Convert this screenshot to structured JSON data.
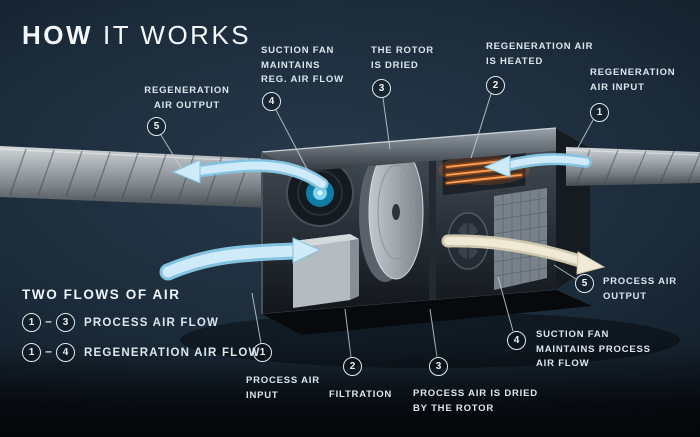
{
  "title": {
    "word1": "HOW",
    "word2": "IT WORKS"
  },
  "colors": {
    "background": "#1b2b3a",
    "text": "#dce6ec",
    "process_flow_arrow": "#cfeaf8",
    "dry_air_arrow": "#efe9d6",
    "heater_glow": "#ff7520",
    "callout_ring": "#e2ebf0"
  },
  "callouts": {
    "top": [
      {
        "num": "5",
        "label": "REGENERATION\nAIR OUTPUT"
      },
      {
        "num": "4",
        "label": "SUCTION FAN\nMAINTAINS\nREG. AIR FLOW"
      },
      {
        "num": "3",
        "label": "THE ROTOR\nIS DRIED"
      },
      {
        "num": "2",
        "label": "REGENERATION AIR\nIS HEATED"
      },
      {
        "num": "1",
        "label": "REGENERATION\nAIR INPUT"
      }
    ],
    "bottom": [
      {
        "num": "1",
        "label": "PROCESS AIR\nINPUT"
      },
      {
        "num": "2",
        "label": "FILTRATION"
      },
      {
        "num": "3",
        "label": "PROCESS AIR IS DRIED\nBY THE ROTOR"
      },
      {
        "num": "4",
        "label": "SUCTION FAN\nMAINTAINS PROCESS\nAIR FLOW"
      },
      {
        "num": "5",
        "label": "PROCESS AIR\nOUTPUT"
      }
    ]
  },
  "legend": {
    "heading": "TWO FLOWS OF AIR",
    "items": [
      {
        "from": "1",
        "dash": "–",
        "to": "3",
        "label": "PROCESS AIR FLOW"
      },
      {
        "from": "1",
        "dash": "–",
        "to": "4",
        "label": "REGENERATION AIR FLOW"
      }
    ]
  }
}
